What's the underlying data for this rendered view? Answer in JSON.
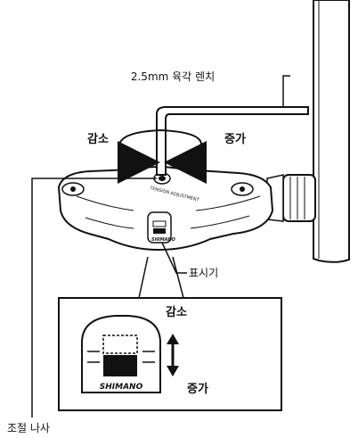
{
  "labels": {
    "wrench": "2.5mm 육각 렌치",
    "decrease_top": "감소",
    "increase_top": "증가",
    "indicator": "표시기",
    "inset_decrease": "감소",
    "inset_increase": "증가",
    "adjust_screw": "조절 나사"
  },
  "pedal": {
    "tension_text": "TENSION ADJUSTMENT",
    "brand_small": "SHIMANO"
  },
  "inset": {
    "brand": "SHIMANO"
  }
}
